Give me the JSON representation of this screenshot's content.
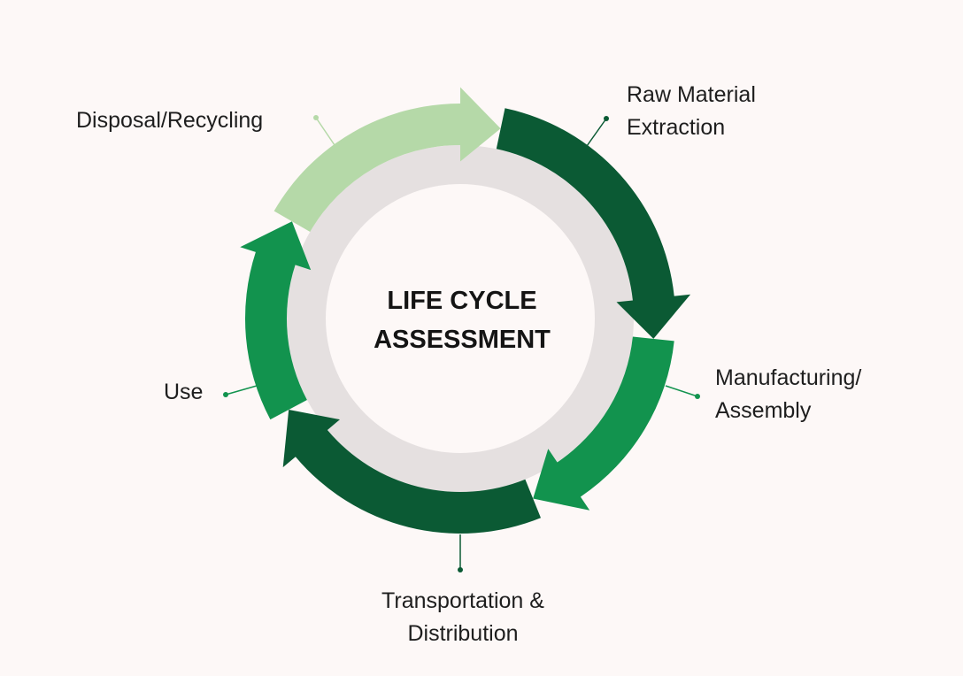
{
  "diagram": {
    "center": {
      "line1": "LIFE CYCLE",
      "line2": "ASSESSMENT"
    },
    "stages": [
      {
        "id": "raw-material-extraction",
        "lines": [
          "Raw Material",
          "Extraction"
        ],
        "color": "#0b5a34"
      },
      {
        "id": "manufacturing-assembly",
        "lines": [
          "Manufacturing/",
          "Assembly"
        ],
        "color": "#12934e"
      },
      {
        "id": "transportation-distribution",
        "lines": [
          "Transportation &",
          "Distribution"
        ],
        "color": "#0b5a34"
      },
      {
        "id": "use",
        "lines": [
          "Use"
        ],
        "color": "#12934e"
      },
      {
        "id": "disposal-recycling",
        "lines": [
          "Disposal/Recycling"
        ],
        "color": "#b5d9a8"
      }
    ],
    "colors": {
      "background": "#fdf8f7",
      "inner_ring": "#e5e0e0",
      "center_disc": "#fdf8f7",
      "leader_dark": "#0b5a34",
      "leader_medium": "#12934e",
      "leader_light": "#b5d9a8"
    }
  }
}
